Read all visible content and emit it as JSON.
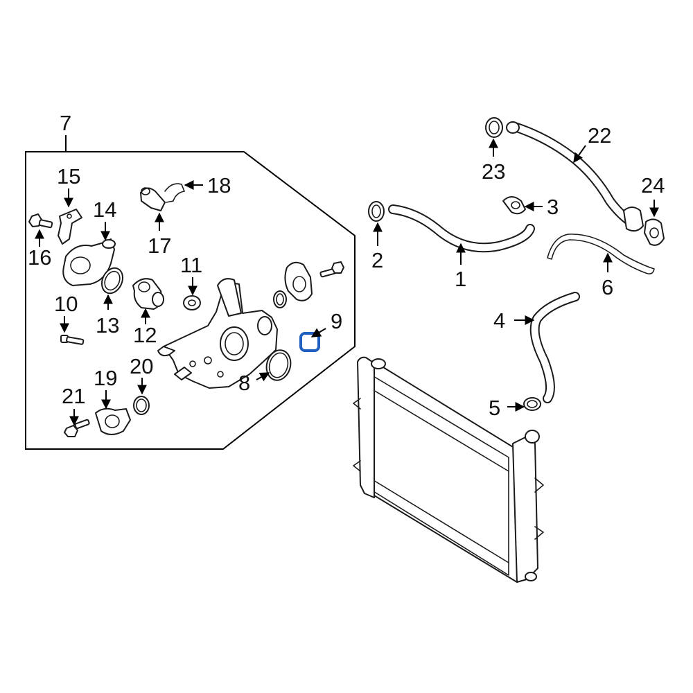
{
  "callouts": {
    "c1": "1",
    "c2": "2",
    "c3": "3",
    "c4": "4",
    "c5": "5",
    "c6": "6",
    "c7": "7",
    "c8": "8",
    "c9": "9",
    "c10": "10",
    "c11": "11",
    "c12": "12",
    "c13": "13",
    "c14": "14",
    "c15": "15",
    "c16": "16",
    "c17": "17",
    "c18": "18",
    "c19": "19",
    "c20": "20",
    "c21": "21",
    "c22": "22",
    "c23": "23",
    "c24": "24"
  },
  "highlight_color": "#1f5fbf",
  "line_color": "#1a1a1a",
  "highlighted_part": "9"
}
